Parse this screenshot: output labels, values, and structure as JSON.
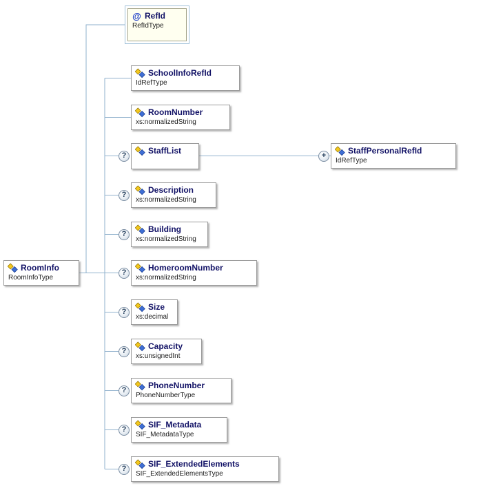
{
  "diagram": {
    "root": {
      "title": "RoomInfo",
      "subtitle": "RoomInfoType"
    },
    "attribute": {
      "icon": "@",
      "title": "RefId",
      "subtitle": "RefIdType"
    },
    "children": [
      {
        "title": "SchoolInfoRefId",
        "subtitle": "IdRefType",
        "optional": false
      },
      {
        "title": "RoomNumber",
        "subtitle": "xs:normalizedString",
        "optional": false
      },
      {
        "title": "StaffList",
        "subtitle": "",
        "optional": true
      },
      {
        "title": "Description",
        "subtitle": "xs:normalizedString",
        "optional": true
      },
      {
        "title": "Building",
        "subtitle": "xs:normalizedString",
        "optional": true
      },
      {
        "title": "HomeroomNumber",
        "subtitle": "xs:normalizedString",
        "optional": true
      },
      {
        "title": "Size",
        "subtitle": "xs:decimal",
        "optional": true
      },
      {
        "title": "Capacity",
        "subtitle": "xs:unsignedInt",
        "optional": true
      },
      {
        "title": "PhoneNumber",
        "subtitle": "PhoneNumberType",
        "optional": true
      },
      {
        "title": "SIF_Metadata",
        "subtitle": "SIF_MetadataType",
        "optional": true
      },
      {
        "title": "SIF_ExtendedElements",
        "subtitle": "SIF_ExtendedElementsType",
        "optional": true
      }
    ],
    "staff_child": {
      "title": "StaffPersonalRefId",
      "subtitle": "IdRefType"
    },
    "markers": {
      "optional": "?",
      "repeat": "+"
    },
    "colors": {
      "connector": "#8fb0cc",
      "box_border": "#9a9a9a",
      "title_text": "#121266",
      "attribute_bg": "#fffff0"
    }
  }
}
